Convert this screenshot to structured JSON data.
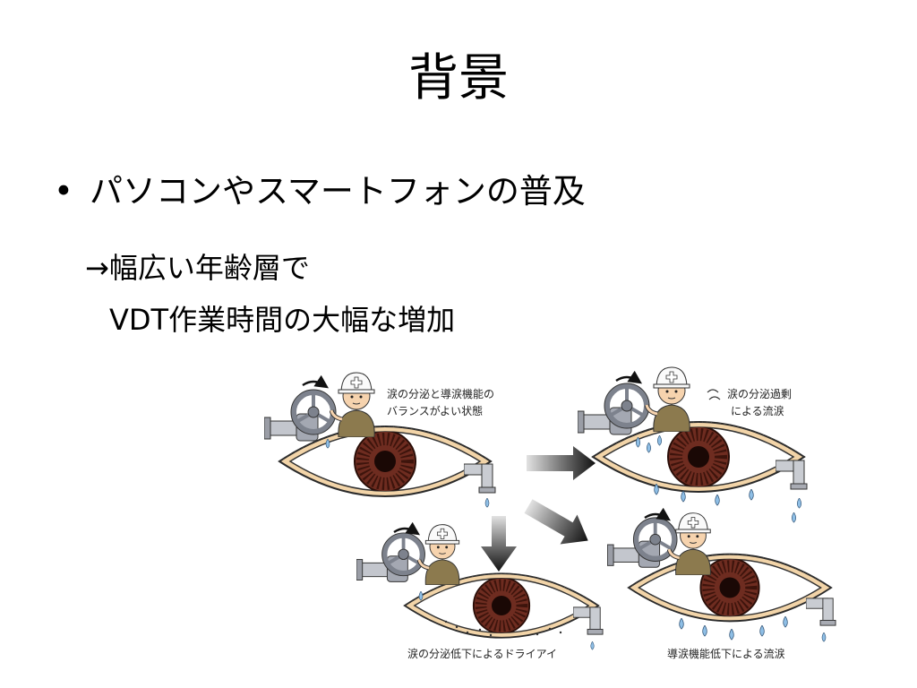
{
  "slide": {
    "title": "背景",
    "bullets": [
      {
        "marker": "•",
        "text": "パソコンやスマートフォンの普及"
      }
    ],
    "sub_lines": [
      "→幅広い年齢層で",
      "VDT作業時間の大幅な増加"
    ]
  },
  "figure": {
    "panels": [
      {
        "label_lines": [
          "涙の分泌と導涙機能の",
          "バランスがよい状態"
        ]
      },
      {
        "label_lines": [
          "涙の分泌過剰",
          "による流涙"
        ]
      },
      {
        "label_lines": [
          "涙の分泌低下によるドライアイ"
        ]
      },
      {
        "label_lines": [
          "導涙機能低下による流涙"
        ]
      }
    ],
    "icons": [
      "valve-icon",
      "worker-icon",
      "eye-icon",
      "drain-icon",
      "tear-drop-icon",
      "arrow-right-icon",
      "arrow-down-icon",
      "arrow-diagonal-icon",
      "turn-arrow-icon"
    ]
  },
  "colors": {
    "background": "#ffffff",
    "text": "#000000",
    "iris": "#6e2c20",
    "pupil": "#1a0805",
    "eyelid_band": "#f2d4a8",
    "valve": "#7d828d",
    "worker_clothes": "#8c7a4e",
    "tears": "#8fbfe6"
  }
}
